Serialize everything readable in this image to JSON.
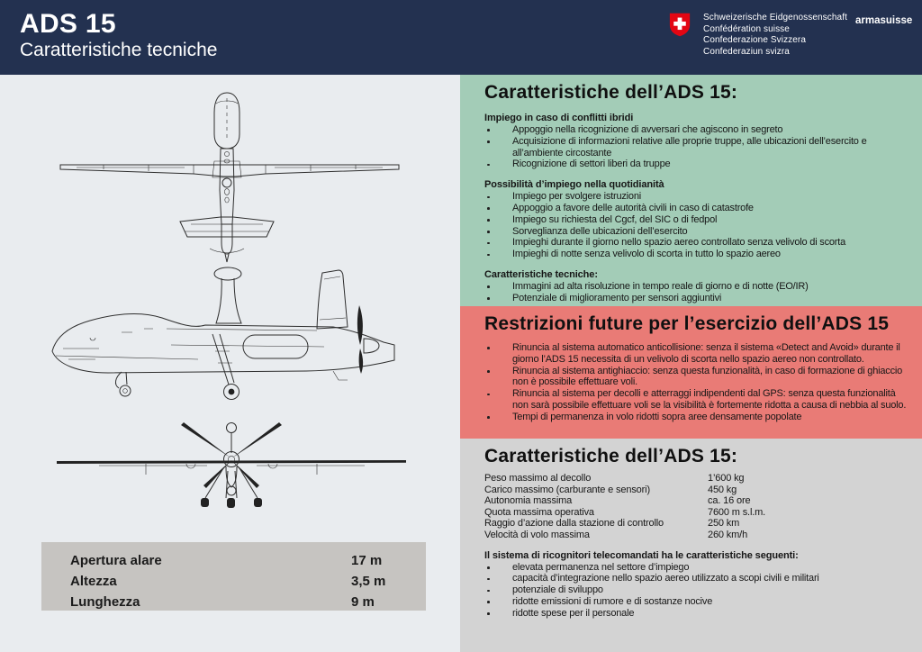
{
  "header": {
    "title": "ADS 15",
    "subtitle": "Caratteristiche tecniche",
    "confederation_lines": [
      "Schweizerische Eidgenossenschaft",
      "Confédération suisse",
      "Confederazione Svizzera",
      "Confederaziun svizra"
    ],
    "brand": "armasuisse",
    "colors": {
      "background": "#233150",
      "swiss_red": "#e30613"
    }
  },
  "drawings": {
    "views": [
      "drone top view",
      "drone side view",
      "drone front view"
    ],
    "dimensions": {
      "rows": [
        {
          "label": "Apertura alare",
          "value": "17 m"
        },
        {
          "label": "Altezza",
          "value": "3,5 m"
        },
        {
          "label": "Lunghezza",
          "value": "9 m"
        }
      ]
    }
  },
  "sections": {
    "capabilities": {
      "title": "Caratteristiche dell’ADS 15:",
      "background": "#a3ccb7",
      "groups": [
        {
          "heading": "Impiego in caso di conflitti ibridi",
          "items": [
            "Appoggio nella ricognizione di avversari che agiscono in segreto",
            "Acquisizione di informazioni relative alle proprie truppe, alle ubicazioni dell’esercito e all’ambiente circostante",
            "Ricognizione di settori liberi da truppe"
          ]
        },
        {
          "heading": "Possibilità d’impiego nella quotidianità",
          "items": [
            "Impiego per svolgere istruzioni",
            "Appoggio a favore delle autorità civili in caso di catastrofe",
            "Impiego su richiesta del Cgcf, del SIC o di fedpol",
            "Sorveglianza delle ubicazioni dell’esercito",
            "Impieghi durante il giorno nello spazio aereo controllato senza velivolo di scorta",
            "Impieghi di notte senza velivolo di scorta in tutto lo spazio aereo"
          ]
        },
        {
          "heading": "Caratteristiche tecniche:",
          "items": [
            "Immagini ad alta risoluzione in tempo reale di giorno e di notte (EO/IR)",
            "Potenziale di miglioramento per sensori aggiuntivi"
          ]
        }
      ]
    },
    "restrictions": {
      "title": "Restrizioni future per l’esercizio dell’ADS 15",
      "background": "#e97b76",
      "items": [
        "Rinuncia al sistema automatico anticollisione: senza il sistema «Detect and Avoid» durante il giorno l’ADS 15 necessita di un velivolo di scorta nello spazio aereo non controllato.",
        "Rinuncia al sistema antighiaccio: senza questa funzionalità, in caso di formazione di ghiaccio non è possibile effettuare voli.",
        "Rinuncia al sistema per decolli e atterraggi indipendenti dal GPS: senza questa funzionalità non sarà possibile effettuare voli se la visibilità è fortemente ridotta a causa di nebbia al suolo.",
        "Tempi di permanenza in volo ridotti sopra aree densamente popolate"
      ]
    },
    "specs": {
      "title": "Caratteristiche dell’ADS 15:",
      "background": "#d3d3d3",
      "rows": [
        {
          "label": "Peso massimo al decollo",
          "value": "1’600 kg"
        },
        {
          "label": "Carico massimo (carburante e sensori)",
          "value": "450 kg"
        },
        {
          "label": "Autonomia massima",
          "value": "ca. 16 ore"
        },
        {
          "label": "Quota massima operativa",
          "value": "7600 m s.l.m."
        },
        {
          "label": "Raggio d’azione dalla stazione di controllo",
          "value": "250 km"
        },
        {
          "label": "Velocità di volo massima",
          "value": "260 km/h"
        }
      ],
      "heading": "Il sistema di ricognitori telecomandati ha le caratteristiche seguenti:",
      "items": [
        "elevata permanenza nel settore d’impiego",
        "capacità d’integrazione nello spazio aereo utilizzato a scopi civili e militari",
        "potenziale di sviluppo",
        "ridotte emissioni di rumore e di sostanze nocive",
        "ridotte spese per il personale"
      ]
    }
  }
}
